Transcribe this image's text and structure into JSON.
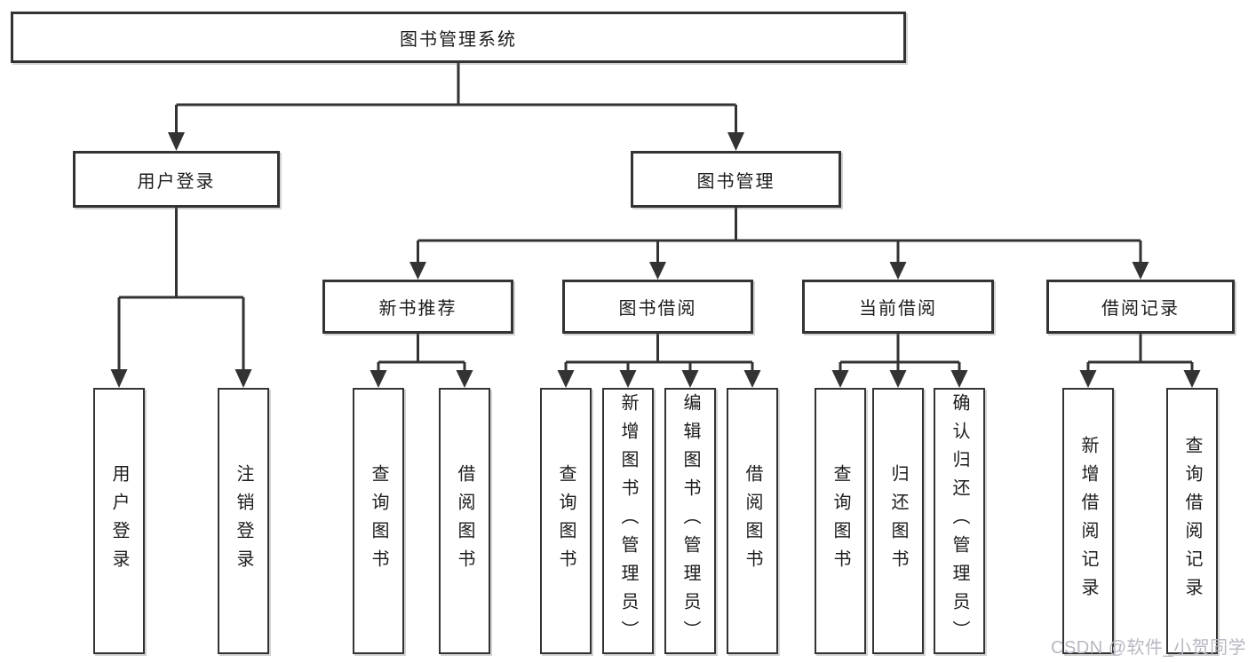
{
  "diagram": {
    "title": "图书管理系统",
    "level1": {
      "user_login": "用户登录",
      "book_management": "图书管理"
    },
    "level2": {
      "new_book_recommend": "新书推荐",
      "book_borrow": "图书借阅",
      "current_borrow": "当前借阅",
      "borrow_record": "借阅记录"
    },
    "leaves": {
      "user_login": "用户登录",
      "logout": "注销登录",
      "recommend_query_book": "查询图书",
      "recommend_borrow_book": "借阅图书",
      "borrow_query_book": "查询图书",
      "borrow_add_book": "新增图书（管理员）",
      "borrow_edit_book": "编辑图书（管理员）",
      "borrow_borrow_book": "借阅图书",
      "current_query_book": "查询图书",
      "current_return_book": "归还图书",
      "current_confirm_return": "确认归还（管理员）",
      "record_add_record": "新增借阅记录",
      "record_query_record": "查询借阅记录"
    }
  },
  "watermark": "CSDN @软件_小贺同学",
  "colors": {
    "line": "#333333",
    "box_border": "#333333",
    "background": "#ffffff",
    "text": "#1c1c1c",
    "watermark": "#b7b7c2"
  }
}
